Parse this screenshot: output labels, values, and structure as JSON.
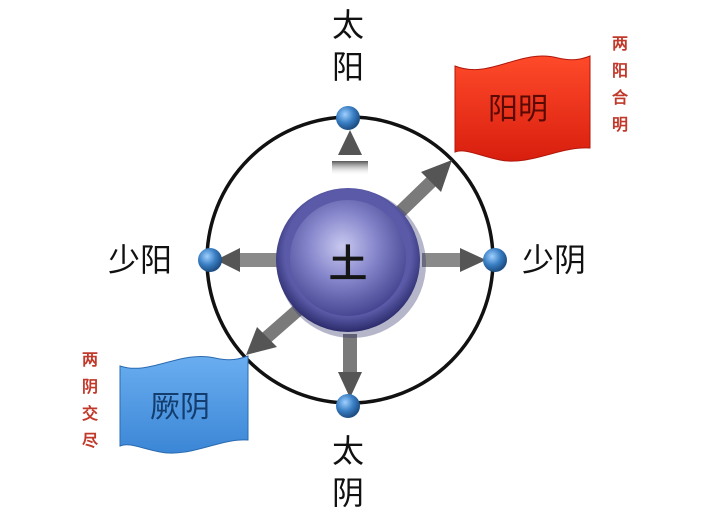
{
  "center": {
    "label": "土"
  },
  "nodes": {
    "top": "太阳",
    "bottom": "太阴",
    "left": "少阳",
    "right": "少阴"
  },
  "flags": {
    "upper_right": {
      "label": "阳明",
      "caption": "两阳合明",
      "color": "#e8321e"
    },
    "lower_left": {
      "label": "厥阴",
      "caption": "两阴交尽",
      "color": "#4a90e2"
    }
  },
  "colors": {
    "node": "#2f6fb3",
    "ring": "#111111",
    "arrow": "#666666",
    "center": "#6d6db8",
    "caption": "#c0392b"
  }
}
